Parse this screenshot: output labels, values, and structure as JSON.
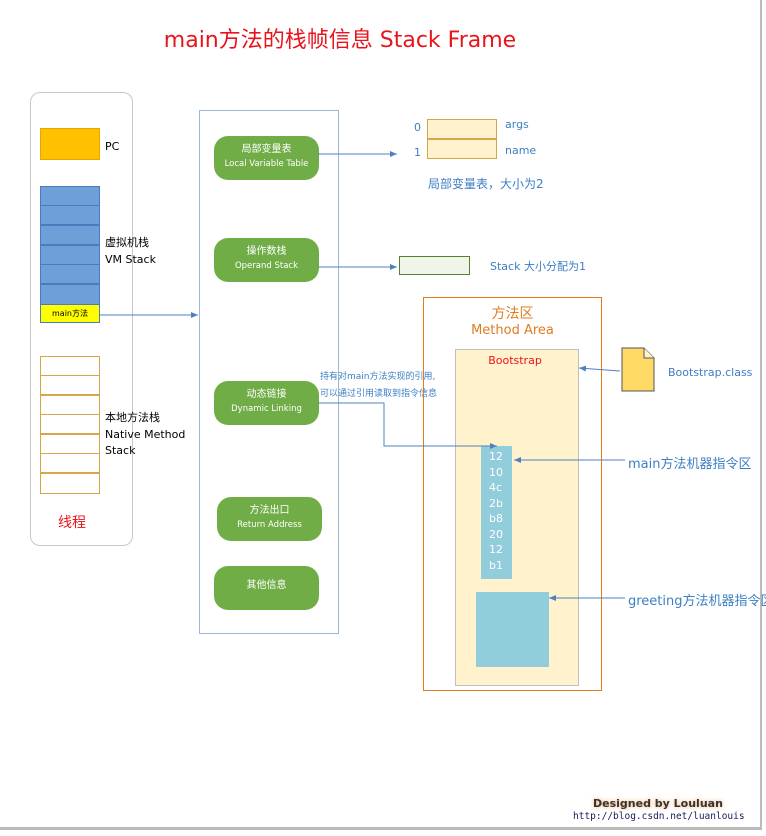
{
  "title": "main方法的栈帧信息  Stack Frame",
  "thread": {
    "pc": "PC",
    "vm_stack_cn": "虚拟机栈",
    "vm_stack_en": "VM Stack",
    "main_frame": "main方法",
    "native_cn": "本地方法栈",
    "native_en1": "Native Method",
    "native_en2": "Stack",
    "label": "线程"
  },
  "frame": {
    "items": [
      {
        "cn": "局部变量表",
        "en": "Local Variable Table"
      },
      {
        "cn": "操作数栈",
        "en": "Operand Stack"
      },
      {
        "cn": "动态链接",
        "en": "Dynamic Linking"
      },
      {
        "cn": "方法出口",
        "en": "Return Address"
      },
      {
        "cn": "其他信息",
        "en": ""
      }
    ],
    "dynamic_note1": "持有对main方法实现的引用,",
    "dynamic_note2": "可以通过引用读取到指令信息"
  },
  "locals": {
    "idx0": "0",
    "idx1": "1",
    "var0": "args",
    "var1": "name",
    "caption": "局部变量表，大小为2"
  },
  "operand": {
    "caption": "Stack 大小分配为1"
  },
  "method_area": {
    "cn": "方法区",
    "en": "Method Area",
    "class_name": "Bootstrap",
    "instructions": [
      "12",
      "10",
      "4c",
      "2b",
      "b8",
      "20",
      "12",
      "b1"
    ],
    "file_label": "Bootstrap.class",
    "main_label": "main方法机器指令区",
    "greeting_label": "greeting方法机器指令区"
  },
  "footer": {
    "designer": "Designed  by  Louluan",
    "url": "http://blog.csdn.net/luanlouis"
  },
  "colors": {
    "title": "#e8141c",
    "pill": "#70ad47",
    "pc": "#ffc000",
    "vm": "#6f9fd8",
    "main": "#ffff00",
    "method_area": "#e07b1f",
    "bootstrap_fill": "#fff2cc",
    "ins": "#92cddc",
    "note": "#3c7fc4"
  }
}
